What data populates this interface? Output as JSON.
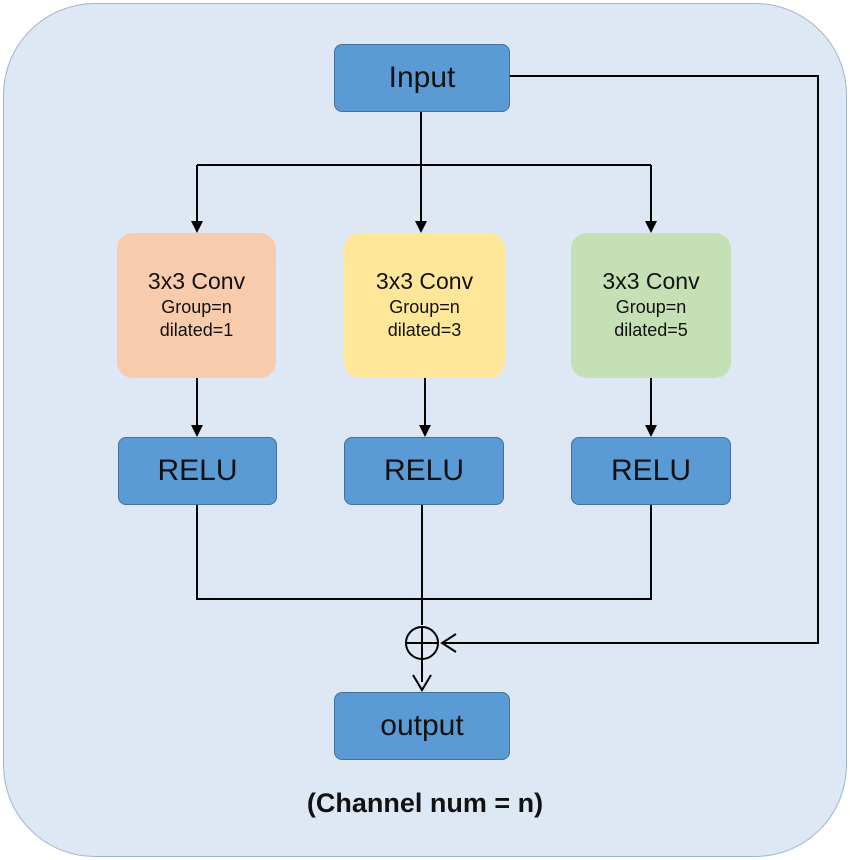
{
  "diagram": {
    "input_label": "Input",
    "output_label": "output",
    "caption": "(Channel num = n)",
    "branches": [
      {
        "title": "3x3 Conv",
        "group": "Group=n",
        "dilation": "dilated=1",
        "relu_label": "RELU",
        "color": "#f8cbad"
      },
      {
        "title": "3x3 Conv",
        "group": "Group=n",
        "dilation": "dilated=3",
        "relu_label": "RELU",
        "color": "#ffe699"
      },
      {
        "title": "3x3 Conv",
        "group": "Group=n",
        "dilation": "dilated=5",
        "relu_label": "RELU",
        "color": "#c5e0b4"
      }
    ],
    "colors": {
      "panel": "#dde8f4",
      "node_fill": "#5b9bd5",
      "node_border": "#41719c",
      "line": "#000000"
    }
  }
}
